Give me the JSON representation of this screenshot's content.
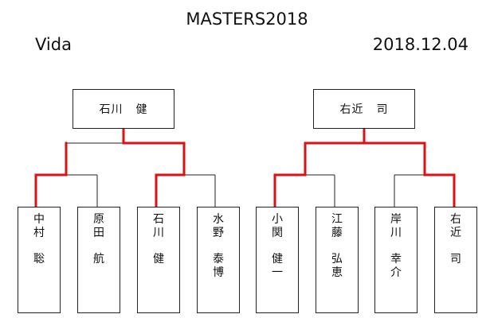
{
  "header": {
    "title": "MASTERS2018",
    "venue": "Vida",
    "date": "2018.12.04"
  },
  "colors": {
    "winner_line": "#dd1111",
    "line": "#222222"
  },
  "bracket": {
    "finals": [
      {
        "surname": "石川",
        "given": "健"
      },
      {
        "surname": "右近",
        "given": "司"
      }
    ],
    "semifinal_winners": [
      "中村 聡",
      "石川 健",
      "小関 健一",
      "右近 司"
    ],
    "players": [
      {
        "surname": "中\n村",
        "given": "聡"
      },
      {
        "surname": "原\n田",
        "given": "航"
      },
      {
        "surname": "石\n川",
        "given": "健"
      },
      {
        "surname": "水\n野",
        "given": "泰\n博"
      },
      {
        "surname": "小\n関",
        "given": "健\n一"
      },
      {
        "surname": "江\n藤",
        "given": "弘\n恵"
      },
      {
        "surname": "岸\n川",
        "given": "幸\n介"
      },
      {
        "surname": "右\n近",
        "given": "司"
      }
    ]
  }
}
